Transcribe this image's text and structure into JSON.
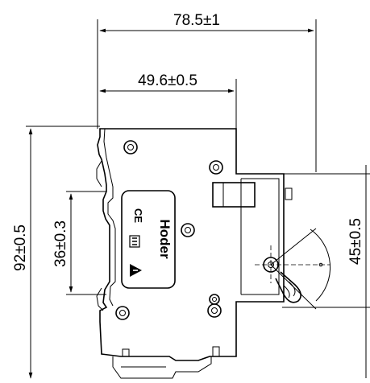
{
  "dimensions": {
    "overall_width": "78.5±1",
    "mounting_width": "49.6±0.5",
    "overall_height": "92±0.5",
    "rail_height": "36±0.3",
    "front_height": "45±0.5"
  },
  "label_plate": {
    "brand": "Hoder",
    "ce_mark": "CE"
  },
  "icons": [
    "ce-mark-icon",
    "certification-mark-icon",
    "warning-triangle-icon"
  ]
}
